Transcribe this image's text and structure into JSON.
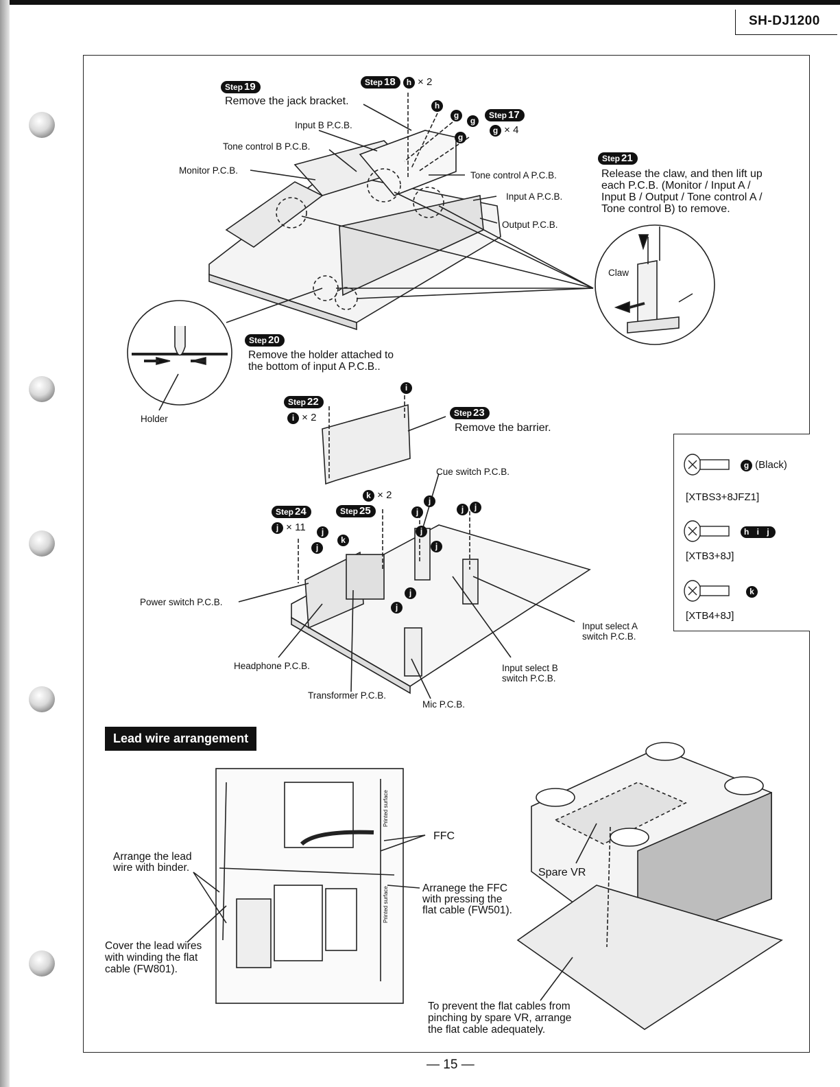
{
  "header": {
    "model": "SH-DJ1200"
  },
  "steps": {
    "step19": {
      "badge": "Step",
      "num": "19",
      "text": "Remove the jack bracket."
    },
    "step18": {
      "badge": "Step",
      "num": "18",
      "screw": "h",
      "qty": "× 2"
    },
    "step17": {
      "badge": "Step",
      "num": "17",
      "screw": "g",
      "qty": "× 4"
    },
    "step21": {
      "badge": "Step",
      "num": "21",
      "text": "Release the claw, and then lift up\neach P.C.B. (Monitor / Input A /\nInput B / Output / Tone control A /\nTone control B) to remove."
    },
    "step20": {
      "badge": "Step",
      "num": "20",
      "text": "Remove the holder attached to\nthe bottom of input A P.C.B.."
    },
    "step22": {
      "badge": "Step",
      "num": "22",
      "screw": "i",
      "qty": "× 2"
    },
    "step23": {
      "badge": "Step",
      "num": "23",
      "text": "Remove the barrier."
    },
    "step24": {
      "badge": "Step",
      "num": "24",
      "screw": "j",
      "qty": "× 11"
    },
    "step25": {
      "badge": "Step",
      "num": "25",
      "screw": "k",
      "qty": "× 2"
    }
  },
  "labels": {
    "input_b": "Input B P.C.B.",
    "tone_b": "Tone control B P.C.B.",
    "monitor": "Monitor P.C.B.",
    "tone_a": "Tone control A P.C.B.",
    "input_a": "Input A P.C.B.",
    "output": "Output P.C.B.",
    "claw": "Claw",
    "holder": "Holder",
    "cue": "Cue switch P.C.B.",
    "power": "Power switch P.C.B.",
    "headphone": "Headphone P.C.B.",
    "transformer": "Transformer P.C.B.",
    "mic": "Mic P.C.B.",
    "sel_a": "Input select A\nswitch P.C.B.",
    "sel_b": "Input select B\nswitch P.C.B."
  },
  "callout_letters": {
    "g": "g",
    "h": "h",
    "i": "i",
    "j": "j",
    "k": "k"
  },
  "screws": [
    {
      "letters": "g",
      "note": "(Black)",
      "part": "[XTBS3+8JFZ1]"
    },
    {
      "letters": "h i j",
      "note": "",
      "part": "[XTB3+8J]"
    },
    {
      "letters": "k",
      "note": "",
      "part": "[XTB4+8J]"
    }
  ],
  "lead": {
    "title": "Lead wire arrangement",
    "ffc": "FFC",
    "arrange_binder": "Arrange the lead\nwire with binder.",
    "cover": "Cover the lead wires\nwith winding the flat\ncable (FW801).",
    "arrange_ffc": "Arranege the FFC\nwith pressing the\nflat cable (FW501).",
    "spare_vr": "Spare VR",
    "prevent": "To prevent the flat cables from\npinching by spare VR, arrange\nthe flat cable adequately.",
    "printed_surface": "Printed surface"
  },
  "footer": {
    "page": "— 15 —"
  }
}
